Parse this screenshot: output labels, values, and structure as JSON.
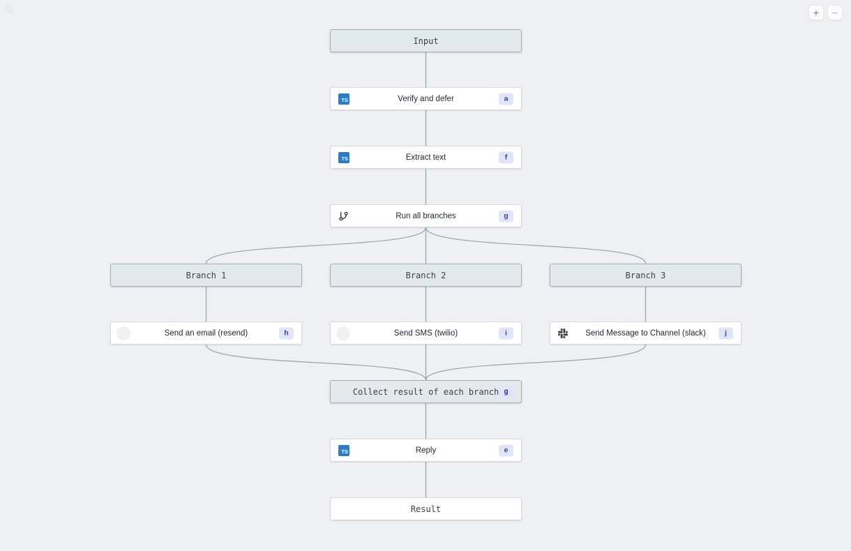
{
  "controls": {
    "zoom_in_glyph": "+",
    "zoom_out_glyph": "−"
  },
  "icons": {
    "typescript_label": "TS"
  },
  "nodes": {
    "input": {
      "label": "Input"
    },
    "verify_and_defer": {
      "label": "Verify and defer",
      "badge": "a"
    },
    "extract_text": {
      "label": "Extract text",
      "badge": "f"
    },
    "run_all_branches": {
      "label": "Run all branches",
      "badge": "g"
    },
    "branch_1": {
      "label": "Branch 1"
    },
    "branch_2": {
      "label": "Branch 2"
    },
    "branch_3": {
      "label": "Branch 3"
    },
    "send_email": {
      "label": "Send an email (resend)",
      "badge": "h"
    },
    "send_sms": {
      "label": "Send SMS (twilio)",
      "badge": "i"
    },
    "send_slack": {
      "label": "Send Message to Channel (slack)",
      "badge": "j"
    },
    "collect_results": {
      "label": "Collect result of each branch",
      "badge": "g"
    },
    "reply": {
      "label": "Reply",
      "badge": "e"
    },
    "result": {
      "label": "Result"
    }
  },
  "colors": {
    "canvas_bg": "#eef0f3",
    "header_node_bg": "#e4e9ee",
    "header_node_border": "#a4afb9",
    "task_node_bg": "#ffffff",
    "badge_bg": "#e1e5f9",
    "badge_text": "#4038b8",
    "typescript_blue": "#3178c6",
    "connector": "#98a0a8"
  }
}
